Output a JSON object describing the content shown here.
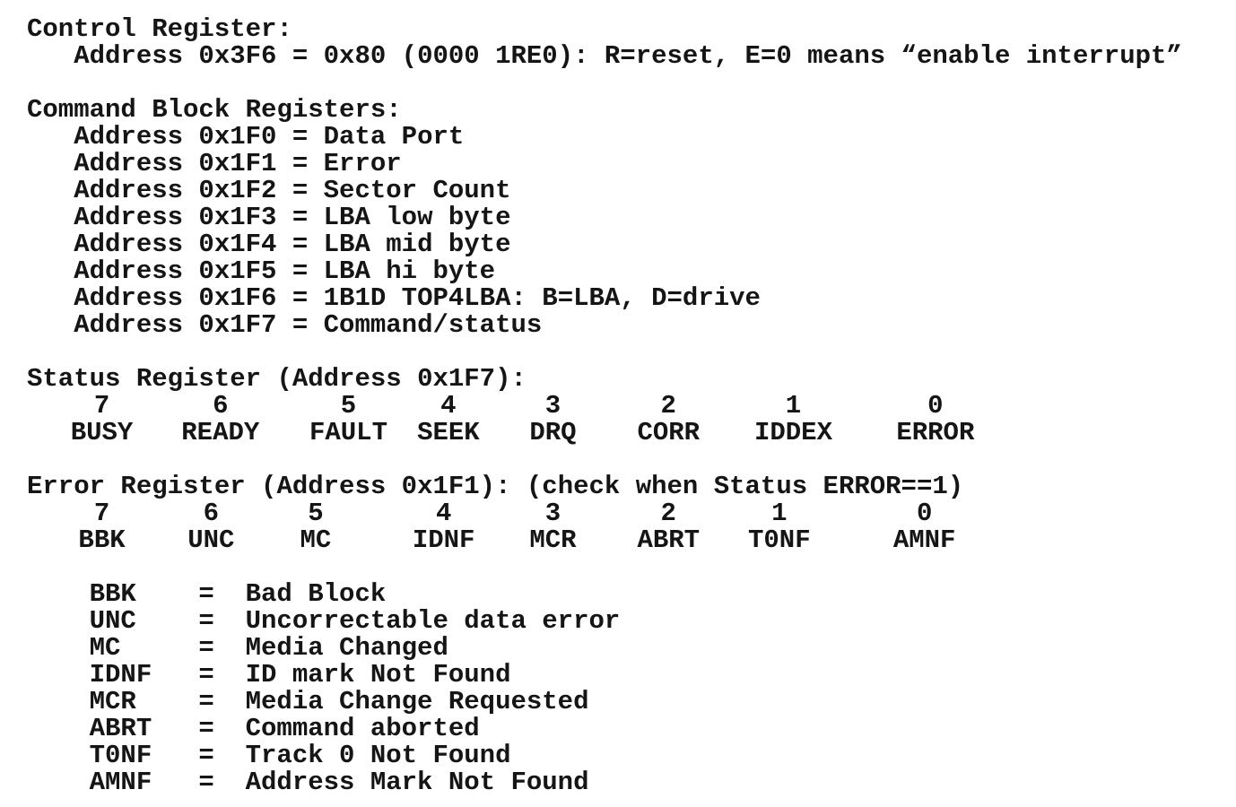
{
  "page": {
    "background_color": "#ffffff",
    "text_color": "#151515"
  },
  "control_register": {
    "heading": "Control Register:",
    "detail": "Address 0x3F6 = 0x80 (0000 1RE0): R=reset, E=0 means “enable interrupt”"
  },
  "command_block": {
    "heading": "Command Block Registers:",
    "entries": [
      "Address 0x1F0 = Data Port",
      "Address 0x1F1 = Error",
      "Address 0x1F2 = Sector Count",
      "Address 0x1F3 = LBA low byte",
      "Address 0x1F4 = LBA mid byte",
      "Address 0x1F5 = LBA hi byte",
      "Address 0x1F6 = 1B1D TOP4LBA: B=LBA, D=drive",
      "Address 0x1F7 = Command/status"
    ]
  },
  "status_register": {
    "heading": "Status Register (Address 0x1F7):",
    "bits": [
      "7",
      "6",
      "5",
      "4",
      "3",
      "2",
      "1",
      "0"
    ],
    "flags": [
      "BUSY",
      "READY",
      "FAULT",
      "SEEK",
      "DRQ",
      "CORR",
      "IDDEX",
      "ERROR"
    ]
  },
  "error_register": {
    "heading": "Error Register (Address 0x1F1): (check when Status ERROR==1)",
    "bits": [
      "7",
      "6",
      "5",
      "4",
      "3",
      "2",
      "1",
      "0"
    ],
    "flags": [
      "BBK",
      "UNC",
      "MC",
      "IDNF",
      "MCR",
      "ABRT",
      "T0NF",
      "AMNF"
    ],
    "legend": [
      {
        "abbr": "BBK",
        "eq": "=",
        "meaning": "Bad Block"
      },
      {
        "abbr": "UNC",
        "eq": "=",
        "meaning": "Uncorrectable data error"
      },
      {
        "abbr": "MC",
        "eq": "=",
        "meaning": "Media Changed"
      },
      {
        "abbr": "IDNF",
        "eq": "=",
        "meaning": "ID mark Not Found"
      },
      {
        "abbr": "MCR",
        "eq": "=",
        "meaning": "Media Change Requested"
      },
      {
        "abbr": "ABRT",
        "eq": "=",
        "meaning": "Command aborted"
      },
      {
        "abbr": "T0NF",
        "eq": "=",
        "meaning": "Track 0 Not Found"
      },
      {
        "abbr": "AMNF",
        "eq": "=",
        "meaning": "Address Mark Not Found"
      }
    ]
  }
}
